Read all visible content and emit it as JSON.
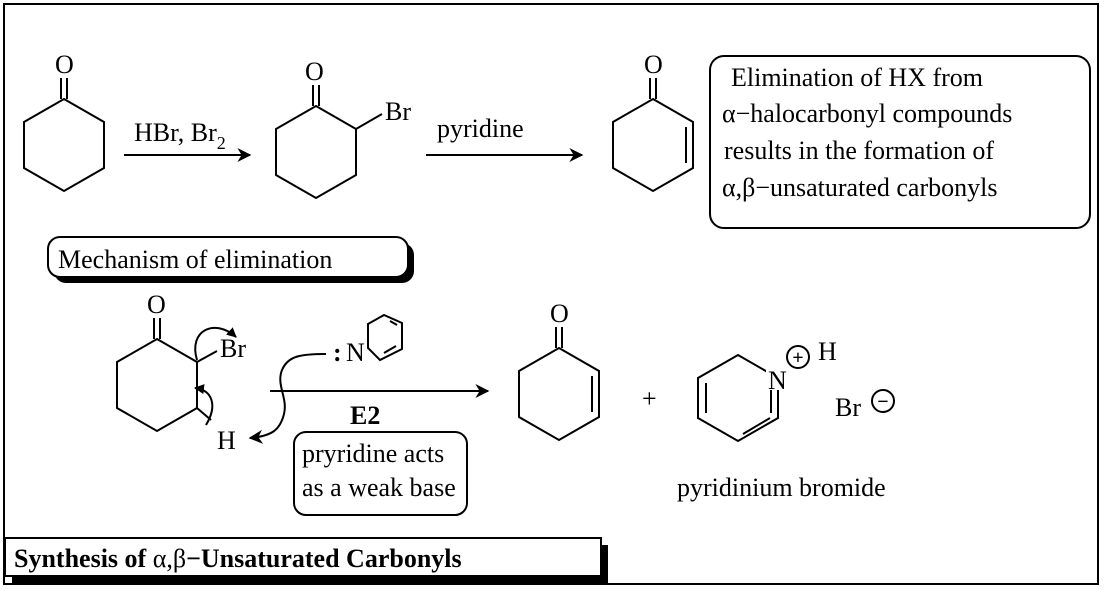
{
  "frame": {
    "title_prefix": "Synthesis of ",
    "title_greek": "α,β",
    "title_suffix": "−Unsaturated Carbonyls"
  },
  "top_reaction": {
    "reagent_1_main": "HBr, Br",
    "reagent_1_sub": "2",
    "reagent_2": "pyridine",
    "substituent": "Br",
    "oxygen": "O"
  },
  "info_box": {
    "line1": "Elimination of HX from",
    "line2": "α−halocarbonyl compounds",
    "line3": "results in the formation of",
    "line4": "α,β−unsaturated carbonyls"
  },
  "mechanism": {
    "heading": "Mechanism of elimination",
    "oxygen": "O",
    "bromine": "Br",
    "hydrogen": "H",
    "nitrogen": "N",
    "lone_pair": ":",
    "step_label": "E2",
    "note_line1": "pryridine acts",
    "note_line2": "as a weak base",
    "plus": "+",
    "charge_plus": "+",
    "charge_minus": "−",
    "bromide": "Br",
    "product_name": "pyridinium bromide"
  }
}
